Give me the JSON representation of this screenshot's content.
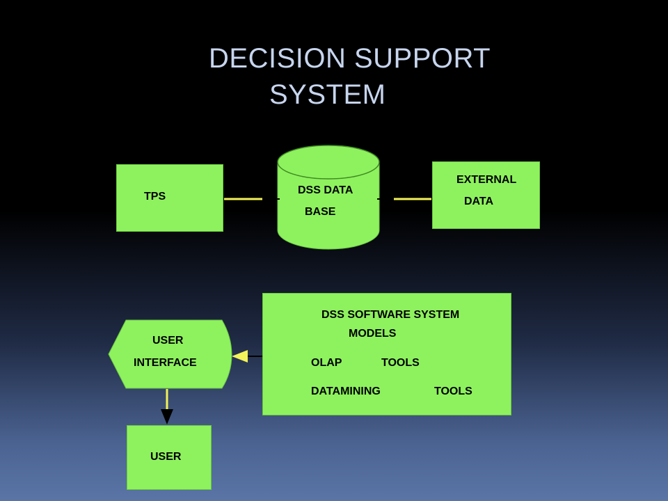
{
  "title": {
    "line1": "DECISION SUPPORT",
    "line2": "SYSTEM"
  },
  "nodes": {
    "tps": {
      "label": "TPS"
    },
    "dss_database": {
      "line1": "DSS DATA",
      "line2": "BASE"
    },
    "external_data": {
      "line1": "EXTERNAL",
      "line2": "DATA"
    },
    "software": {
      "title": "DSS SOFTWARE SYSTEM",
      "models": "MODELS",
      "olap": "OLAP",
      "olap_tools": "TOOLS",
      "datamining": "DATAMINING",
      "datamining_tools": "TOOLS"
    },
    "user_interface": {
      "line1": "USER",
      "line2": "INTERFACE"
    },
    "user": {
      "label": "USER"
    }
  },
  "colors": {
    "box_fill": "#8ef25e",
    "connector": "#f2f25a",
    "title": "#c7d5ee",
    "text": "#000000"
  }
}
